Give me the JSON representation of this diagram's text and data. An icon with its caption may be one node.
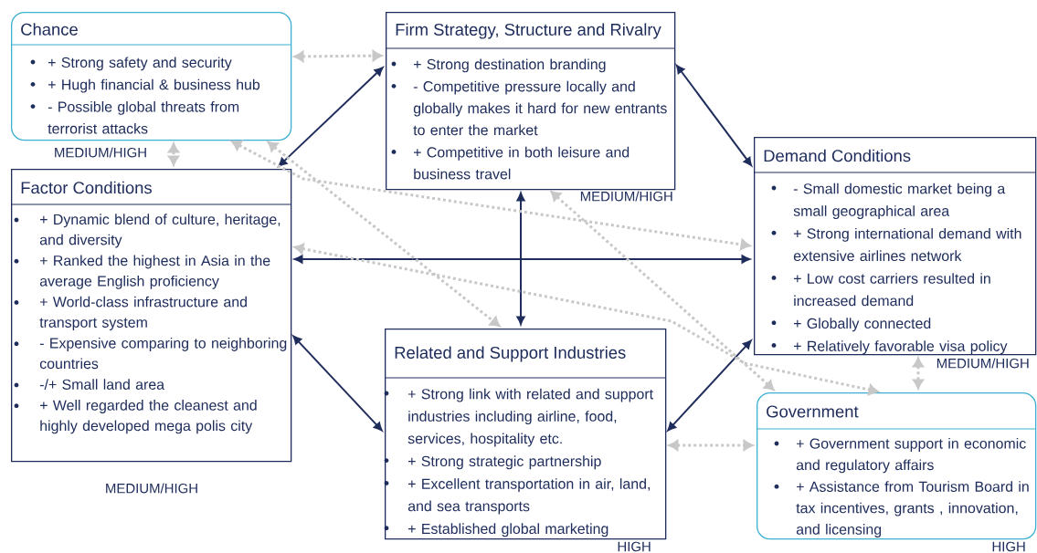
{
  "diagram": {
    "nodes": [
      {
        "text": [
          "Chance",
          "+ Strong safety and security",
          "+ Hugh financial & business hub",
          "- Possible global threats from terrorist attacks"
        ],
        "beside": [
          "MEDIUM/HIGH"
        ]
      },
      {
        "text": [
          "Firm Strategy, Structure and Rivalry",
          "+ Strong destination branding",
          "- Competitive pressure locally and globally makes it hard for new entrants to enter the market",
          "+ Competitive in both leisure and business travel"
        ],
        "beside": [
          "MEDIUM/HIGH"
        ]
      },
      {
        "text": [
          "Factor Conditions",
          "+ Dynamic blend of culture, heritage, and diversity",
          "+ Ranked the highest in Asia in the average English proficiency",
          "+ World-class infrastructure and transport system",
          "- Expensive comparing to neighboring countries",
          "-/+ Small land area",
          "+ Well regarded the cleanest and highly developed mega polis city"
        ],
        "beside": [
          "MEDIUM/HIGH"
        ]
      },
      {
        "text": [
          "Demand Conditions",
          "- Small domestic market being a small geographical area",
          "+ Strong international demand with extensive airlines network",
          "+ Low cost carriers resulted in increased demand",
          "+ Globally connected",
          "+ Relatively favorable visa policy"
        ],
        "beside": [
          "MEDIUM/HIGH"
        ]
      },
      {
        "text": [
          "Related and Support Industries",
          "+ Strong link with related and support industries including airline, food, services, hospitality etc.",
          "+ Strong strategic partnership",
          "+ Excellent transportation in air, land, and sea transports",
          "+ Established global marketing"
        ],
        "beside": [
          "HIGH"
        ]
      },
      {
        "text": [
          "Government",
          "+ Government support in economic and regulatory affairs",
          "+ Assistance from Tourism Board in tax incentives, grants , innovation, and licensing"
        ],
        "beside": [
          "HIGH"
        ]
      }
    ],
    "edges": [
      {
        "from": 2,
        "to": 1,
        "arrow": "both",
        "color": "#1f2d5c"
      },
      {
        "from": 1,
        "to": 3,
        "arrow": "both",
        "color": "#1f2d5c"
      },
      {
        "from": 2,
        "to": 3,
        "arrow": "both",
        "color": "#1f2d5c"
      },
      {
        "from": 1,
        "to": 4,
        "arrow": "both",
        "color": "#1f2d5c"
      },
      {
        "from": 2,
        "to": 4,
        "arrow": "both",
        "color": "#1f2d5c"
      },
      {
        "from": 3,
        "to": 4,
        "arrow": "both",
        "color": "#1f2d5c"
      },
      {
        "from": 0,
        "to": 1,
        "arrow": "both",
        "style": "dashed",
        "color": "#c8c8c8"
      },
      {
        "from": 0,
        "to": 2,
        "arrow": "both",
        "style": "dashed",
        "color": "#c8c8c8"
      },
      {
        "from": 0,
        "to": 3,
        "arrow": "both",
        "style": "dashed",
        "color": "#c8c8c8"
      },
      {
        "from": 0,
        "to": 4,
        "arrow": "both",
        "style": "dashed",
        "color": "#c8c8c8"
      },
      {
        "from": 2,
        "to": 5,
        "arrow": "both",
        "style": "dashed",
        "color": "#c8c8c8"
      },
      {
        "from": 1,
        "to": 5,
        "arrow": "both",
        "style": "dashed",
        "color": "#c8c8c8"
      },
      {
        "from": 3,
        "to": 5,
        "arrow": "both",
        "style": "dashed",
        "color": "#c8c8c8"
      },
      {
        "from": 4,
        "to": 5,
        "arrow": "both",
        "style": "dashed",
        "color": "#c8c8c8"
      }
    ]
  }
}
